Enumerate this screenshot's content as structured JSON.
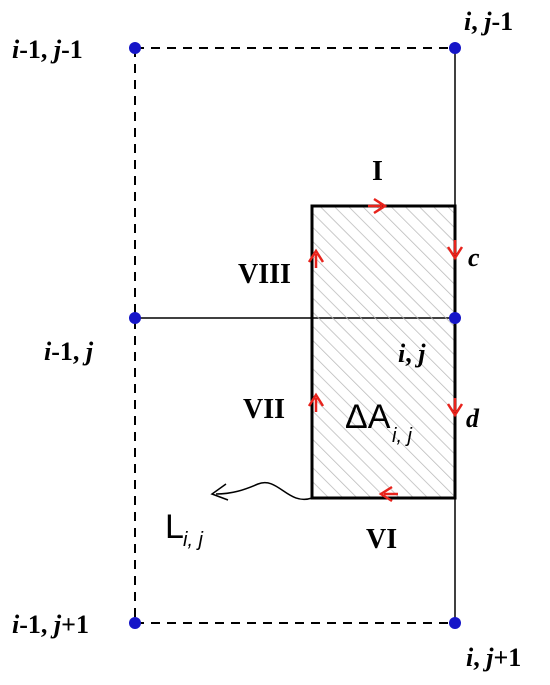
{
  "nodes": {
    "top_left": {
      "pre": "i",
      "mid": "-1, ",
      "j": "j",
      "post": "-1"
    },
    "top_right": {
      "pre": "i",
      "mid": ", ",
      "j": "j",
      "post": "-1"
    },
    "mid_left": {
      "pre": "i",
      "mid": "-1, ",
      "j": "j",
      "post": ""
    },
    "mid_right": {
      "pre": "i",
      "mid": ", ",
      "j": "j",
      "post": ""
    },
    "bottom_left": {
      "pre": "i",
      "mid": "-1, ",
      "j": "j",
      "post": "+1"
    },
    "bottom_right": {
      "pre": "i",
      "mid": ", ",
      "j": "j",
      "post": "+1"
    }
  },
  "segments": {
    "top": "I",
    "upper_left": "VIII",
    "lower_left": "VII",
    "bottom": "VI"
  },
  "points": {
    "upper": "c",
    "lower": "d"
  },
  "area_label": {
    "main": "ΔA",
    "sub": "i, j"
  },
  "boundary_label": {
    "main": "L",
    "sub": "i, j"
  },
  "colors": {
    "node": "#1616c8",
    "arrow": "#e8231c",
    "line": "#000000",
    "hatch": "#b8b8b8"
  }
}
